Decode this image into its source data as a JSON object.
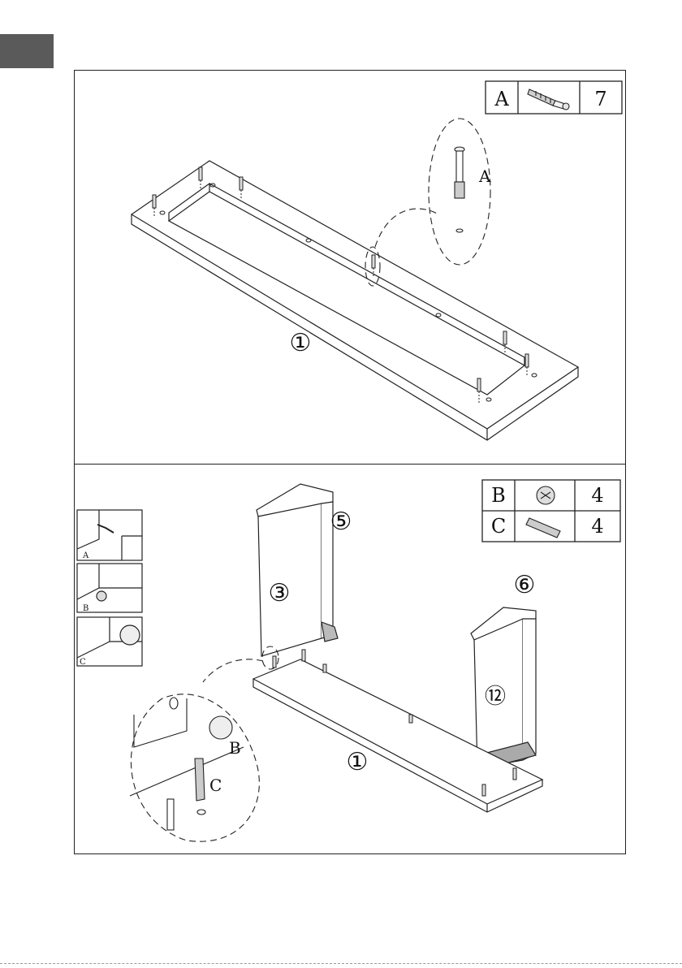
{
  "colors": {
    "line": "#222222",
    "tab": "#5a5a5a",
    "background": "#ffffff"
  },
  "step1": {
    "parts_table": {
      "code": "A",
      "qty": "7",
      "icon": "cam-bolt-icon"
    },
    "callout_label": "A",
    "panel_number": "①"
  },
  "step2": {
    "parts_table": [
      {
        "code": "B",
        "qty": "4",
        "icon": "cam-lock-icon"
      },
      {
        "code": "C",
        "qty": "4",
        "icon": "wooden-dowel-icon"
      }
    ],
    "detail_steps": [
      "A",
      "B",
      "C"
    ],
    "panel_numbers": {
      "left_side": "③",
      "left_top": "⑤",
      "right_top": "⑥",
      "right_side": "⑫",
      "base": "①"
    },
    "callout_labels": {
      "cam": "B",
      "dowel": "C"
    }
  }
}
